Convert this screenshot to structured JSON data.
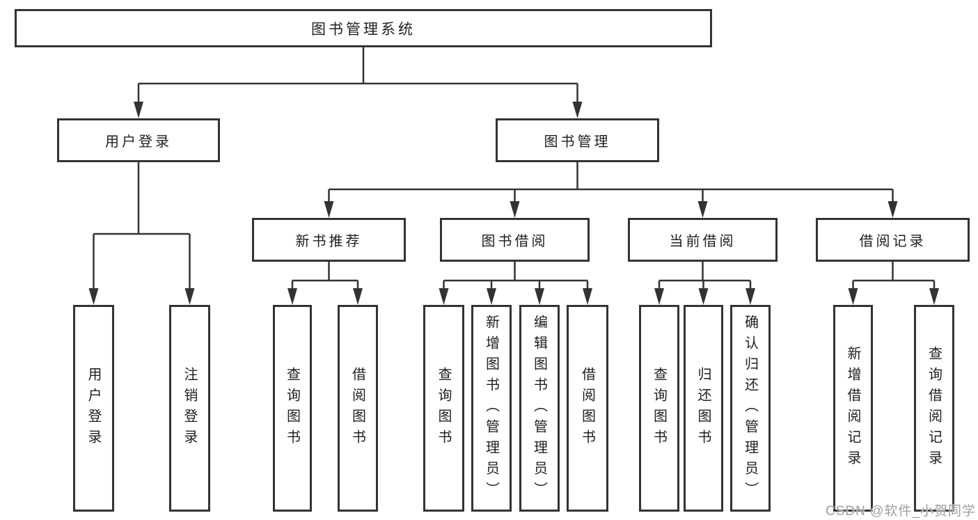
{
  "colors": {
    "line": "#333333",
    "box_border": "#333333",
    "box_fill": "#ffffff",
    "text": "#1f1f1f",
    "watermark_text": "#9e9e9e"
  },
  "tree": {
    "root": {
      "label": "图书管理系统"
    },
    "children": [
      {
        "label": "用户登录",
        "children": [
          {
            "label": "用户登录"
          },
          {
            "label": "注销登录"
          }
        ]
      },
      {
        "label": "图书管理",
        "children": [
          {
            "label": "新书推荐",
            "children": [
              {
                "label": "查询图书"
              },
              {
                "label": "借阅图书"
              }
            ]
          },
          {
            "label": "图书借阅",
            "children": [
              {
                "label": "查询图书"
              },
              {
                "label": "新增图书（管理员）"
              },
              {
                "label": "编辑图书（管理员）"
              },
              {
                "label": "借阅图书"
              }
            ]
          },
          {
            "label": "当前借阅",
            "children": [
              {
                "label": "查询图书"
              },
              {
                "label": "归还图书"
              },
              {
                "label": "确认归还（管理员）"
              }
            ]
          },
          {
            "label": "借阅记录",
            "children": [
              {
                "label": "新增借阅记录"
              },
              {
                "label": "查询借阅记录"
              }
            ]
          }
        ]
      }
    ]
  },
  "watermark": {
    "text": "CSDN @软件_小贺同学"
  }
}
